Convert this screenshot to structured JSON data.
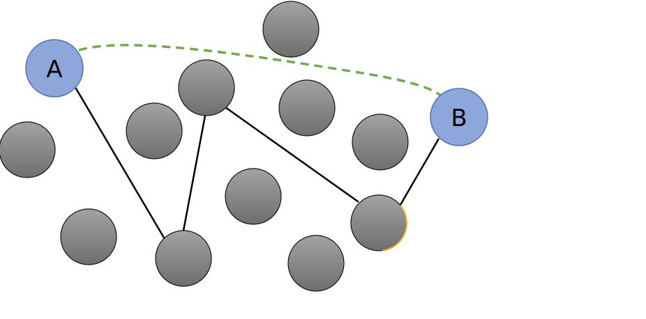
{
  "diagram": {
    "type": "network-graph",
    "nodes": {
      "a": {
        "label": "A",
        "kind": "endpoint"
      },
      "b": {
        "label": "B",
        "kind": "endpoint"
      }
    },
    "edges": [
      {
        "from": "A",
        "to": "bottom-left-node",
        "style": "solid"
      },
      {
        "from": "bottom-left-node",
        "to": "upper-middle-node",
        "style": "solid"
      },
      {
        "from": "upper-middle-node",
        "to": "lower-right-node",
        "style": "solid"
      },
      {
        "from": "lower-right-node",
        "to": "B",
        "style": "solid"
      },
      {
        "from": "A",
        "to": "B",
        "style": "dashed"
      }
    ],
    "colors": {
      "endpoint_fill": "#8ea7db",
      "endpoint_stroke": "#4f6fb8",
      "node_fill_top": "#a3a3a3",
      "node_fill_bottom": "#6e6e6e",
      "node_stroke": "#111111",
      "edge": "#000000",
      "dashed_edge": "#70ad47",
      "highlight_stroke": "#f2b233"
    }
  }
}
